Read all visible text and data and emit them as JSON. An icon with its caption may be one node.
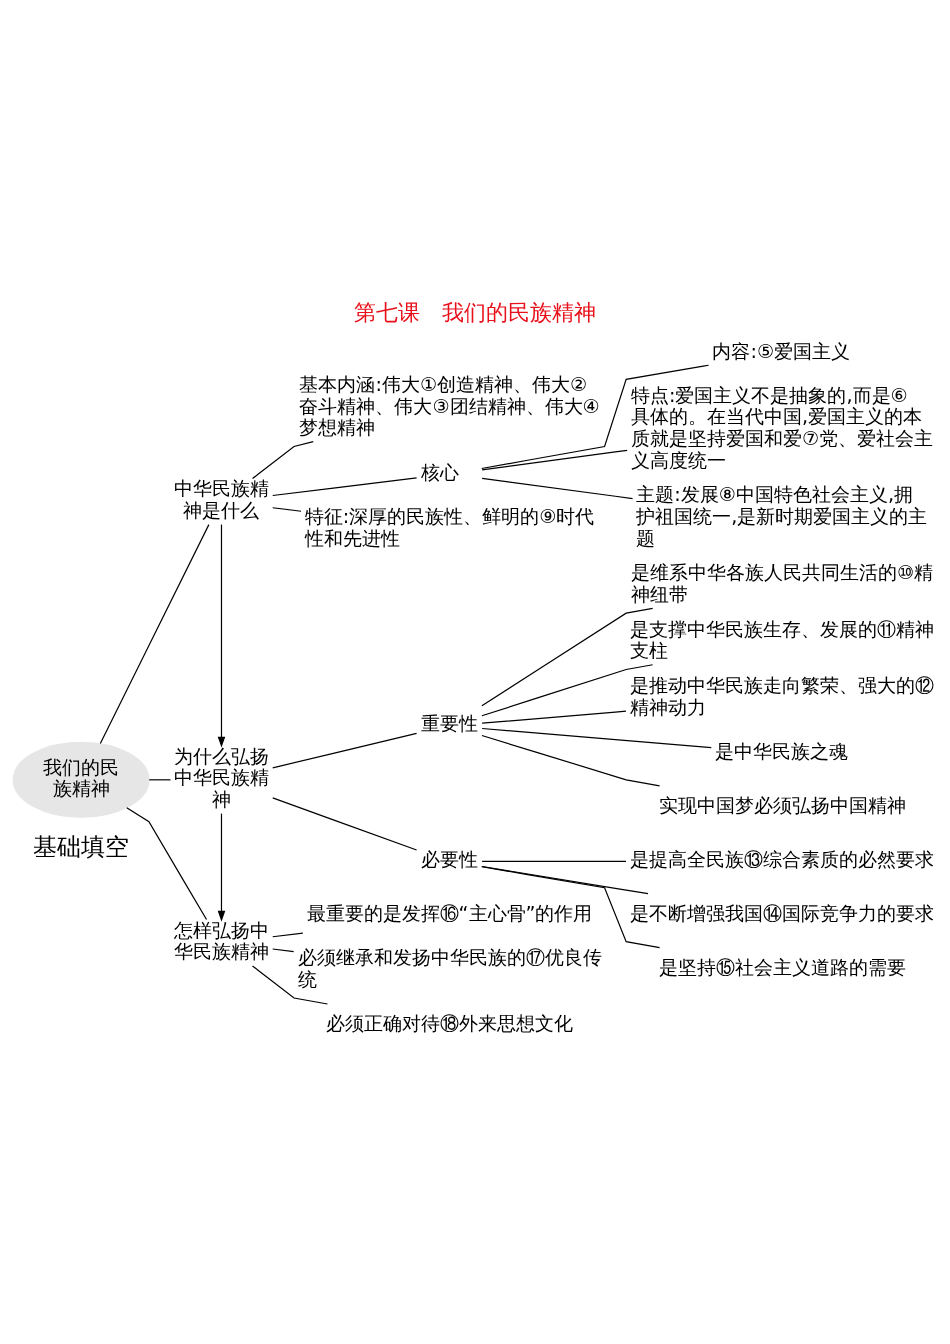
{
  "diagram": {
    "title": "第七课　我们的民族精神",
    "nodes": [
      {
        "text": [
          "我们的民族精神"
        ]
      },
      {
        "text": [
          "中华民族精神是什么"
        ]
      },
      {
        "text": [
          "基本内涵:伟大①创造精神、伟大②奋斗精神、伟大③团结精神、伟大④梦想精神"
        ]
      },
      {
        "text": [
          "核心"
        ]
      },
      {
        "text": [
          "内容:⑤爱国主义"
        ]
      },
      {
        "text": [
          "特点:爱国主义不是抽象的,而是⑥具体的。在当代中国,爱国主义的本质就是坚持爱国和爱⑦党、爱社会主义高度统一"
        ]
      },
      {
        "text": [
          "主题:发展⑧中国特色社会主义,拥护祖国统一,是新时期爱国主义的主题"
        ]
      },
      {
        "text": [
          "特征:深厚的民族性、鲜明的⑨时代性和先进性"
        ]
      },
      {
        "text": [
          "为什么弘扬中华民族精神"
        ]
      },
      {
        "text": [
          "重要性"
        ]
      },
      {
        "text": [
          "是维系中华各族人民共同生活的⑩精神纽带"
        ]
      },
      {
        "text": [
          "是支撑中华民族生存、发展的⑪精神支柱"
        ]
      },
      {
        "text": [
          "是推动中华民族走向繁荣、强大的⑫精神动力"
        ]
      },
      {
        "text": [
          "是中华民族之魂"
        ]
      },
      {
        "text": [
          "实现中国梦必须弘扬中国精神"
        ]
      },
      {
        "text": [
          "必要性"
        ]
      },
      {
        "text": [
          "是提高全民族⑬综合素质的必然要求"
        ]
      },
      {
        "text": [
          "是不断增强我国⑭国际竞争力的要求"
        ]
      },
      {
        "text": [
          "是坚持⑮社会主义道路的需要"
        ]
      },
      {
        "text": [
          "怎样弘扬中华民族精神"
        ]
      },
      {
        "text": [
          "最重要的是发挥⑯“主心骨”的作用"
        ]
      },
      {
        "text": [
          "必须继承和发扬中华民族的⑰优良传统"
        ]
      },
      {
        "text": [
          "必须正确对待⑱外来思想文化"
        ]
      }
    ],
    "edges": [
      {
        "from": 0,
        "to": 1,
        "arrow": "none"
      },
      {
        "from": 0,
        "to": 8,
        "arrow": "none"
      },
      {
        "from": 0,
        "to": 19,
        "arrow": "none"
      },
      {
        "from": 1,
        "to": 2,
        "arrow": "none"
      },
      {
        "from": 1,
        "to": 3,
        "arrow": "none"
      },
      {
        "from": 1,
        "to": 7,
        "arrow": "none"
      },
      {
        "from": 3,
        "to": 4,
        "arrow": "none"
      },
      {
        "from": 3,
        "to": 5,
        "arrow": "none"
      },
      {
        "from": 3,
        "to": 6,
        "arrow": "none"
      },
      {
        "from": 1,
        "to": 8,
        "arrow": "to"
      },
      {
        "from": 8,
        "to": 19,
        "arrow": "to"
      },
      {
        "from": 8,
        "to": 9,
        "arrow": "none"
      },
      {
        "from": 8,
        "to": 15,
        "arrow": "none"
      },
      {
        "from": 9,
        "to": 10,
        "arrow": "none"
      },
      {
        "from": 9,
        "to": 11,
        "arrow": "none"
      },
      {
        "from": 9,
        "to": 12,
        "arrow": "none"
      },
      {
        "from": 9,
        "to": 13,
        "arrow": "none"
      },
      {
        "from": 9,
        "to": 14,
        "arrow": "none"
      },
      {
        "from": 15,
        "to": 16,
        "arrow": "none"
      },
      {
        "from": 15,
        "to": 17,
        "arrow": "none"
      },
      {
        "from": 15,
        "to": 18,
        "arrow": "none"
      },
      {
        "from": 19,
        "to": 20,
        "arrow": "none"
      },
      {
        "from": 19,
        "to": 21,
        "arrow": "none"
      },
      {
        "from": 19,
        "to": 22,
        "arrow": "none"
      }
    ],
    "labels": [
      "基础填空"
    ]
  }
}
